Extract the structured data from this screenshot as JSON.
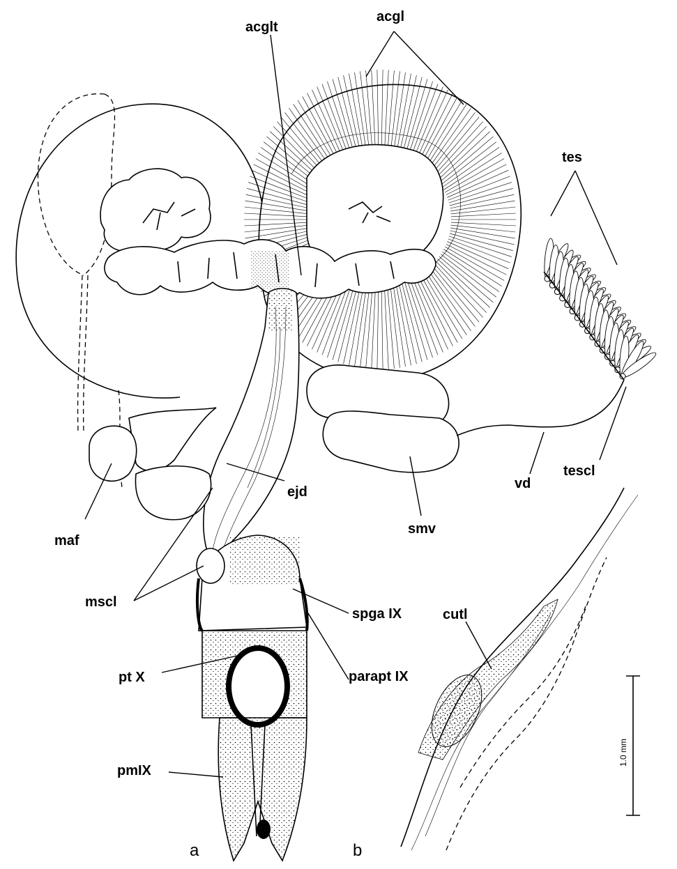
{
  "labels": {
    "acglt": "acglt",
    "acgl": "acgl",
    "tes": "tes",
    "ejd": "ejd",
    "smv": "smv",
    "vd": "vd",
    "tescl": "tescl",
    "maf": "maf",
    "mscl": "mscl",
    "spga_ix": "spga IX",
    "parapt_ix": "parapt IX",
    "pt_x": "pt X",
    "pmix": "pmIX",
    "cutl": "cutl"
  },
  "panels": {
    "a": "a",
    "b": "b"
  },
  "scale_bar": {
    "label": "1.0 mm"
  },
  "colors": {
    "ink": "#000000",
    "paper": "#ffffff"
  }
}
